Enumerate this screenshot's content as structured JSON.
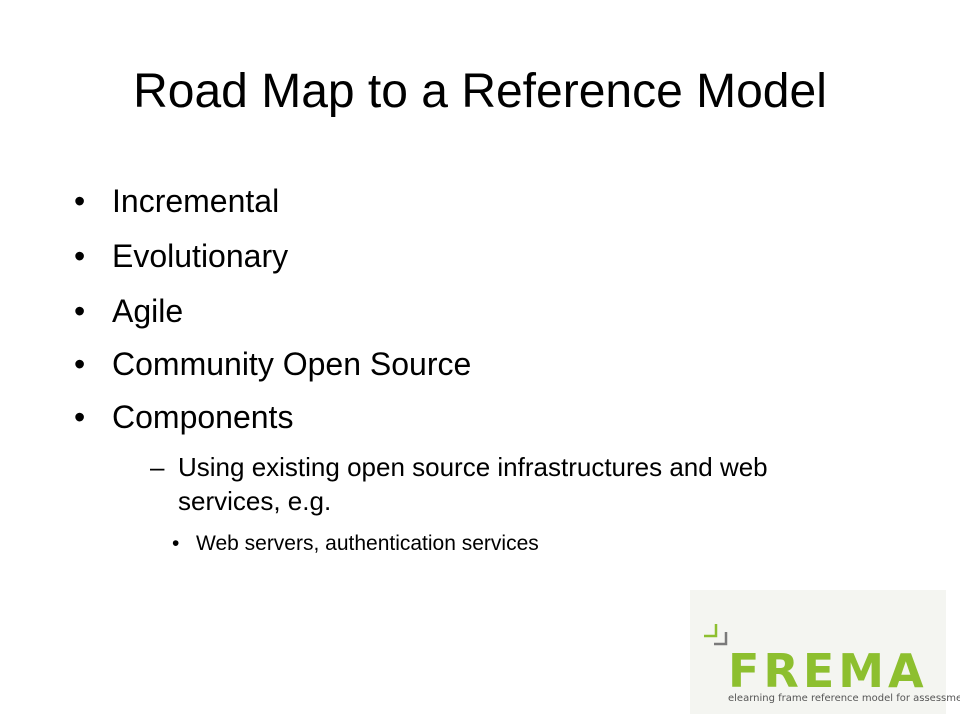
{
  "slide": {
    "title": "Road Map to a Reference Model",
    "bullets": [
      {
        "text": "Incremental"
      },
      {
        "text": "Evolutionary"
      },
      {
        "text": "Agile"
      },
      {
        "text": "Community Open Source"
      },
      {
        "text": "Components"
      }
    ],
    "sub_bullet": {
      "marker": "–",
      "text": "Using existing open source infrastructures and web services, e.g."
    },
    "sub_sub_bullet": {
      "marker": "•",
      "text": "Web servers, authentication services"
    },
    "bullet_marker": "•"
  },
  "logo": {
    "wordmark": "FREMA",
    "tagline": "elearning frame reference model for assessment",
    "colors": {
      "green": "#8dbf2f",
      "gray": "#7a7a7a"
    }
  }
}
